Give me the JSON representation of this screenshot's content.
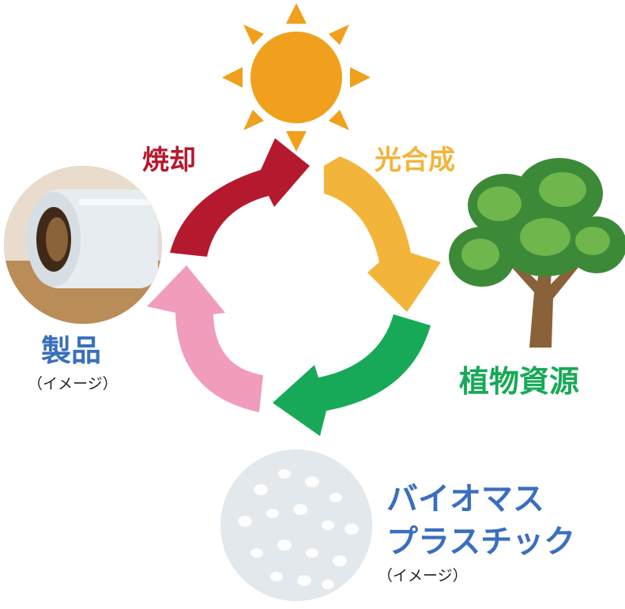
{
  "labels": {
    "incineration": "焼却",
    "photosynthesis": "光合成",
    "plant_resources": "植物資源",
    "product": "製品",
    "product_note": "（イメージ）",
    "bioplastic_line1": "バイオマス",
    "bioplastic_line2": "プラスチック",
    "bioplastic_note": "（イメージ）"
  },
  "colors": {
    "incineration": "#b5192e",
    "photosynthesis": "#f3b43a",
    "plant_resources": "#17a957",
    "product": "#f19cbd",
    "sun": "#f0a01c",
    "label_blue": "#3a6fbd"
  }
}
